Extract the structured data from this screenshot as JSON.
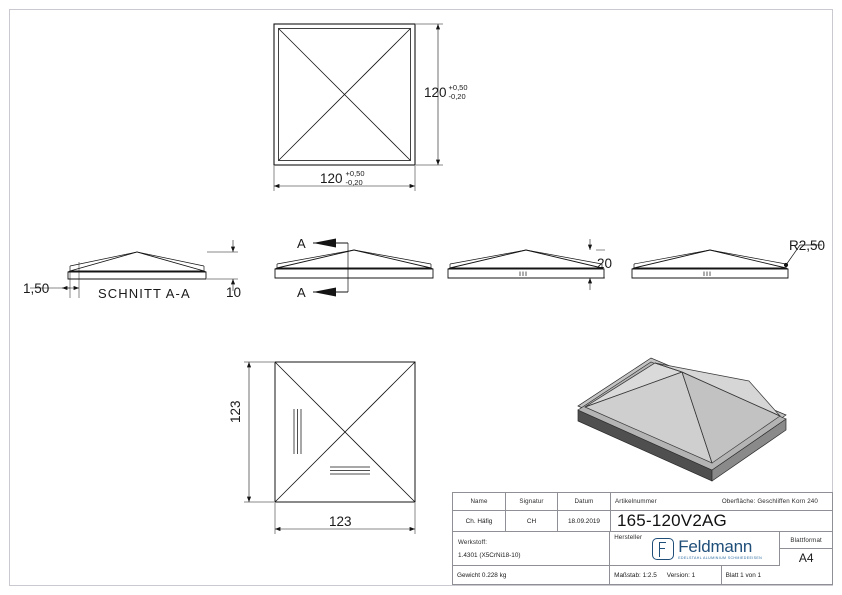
{
  "document": {
    "type": "technical-drawing",
    "sheet_format": "A4"
  },
  "views": {
    "top": {
      "name": "top-view",
      "width_dim": "120",
      "width_tol_upper": "+0,50",
      "width_tol_lower": "-0,20",
      "height_dim": "120",
      "height_tol_upper": "+0,50",
      "height_tol_lower": "-0,20"
    },
    "section": {
      "name": "section-a-a",
      "label": "SCHNITT A-A",
      "edge_thickness": "1,50",
      "height": "10"
    },
    "front_marked": {
      "name": "front-view-section-marks",
      "marker_top": "A",
      "marker_bottom": "A"
    },
    "front_height": {
      "name": "front-view-height",
      "height_dim": "20"
    },
    "front_radius": {
      "name": "front-view-radius",
      "radius": "R2,50"
    },
    "bottom": {
      "name": "bottom-view",
      "width_dim": "123",
      "height_dim": "123"
    },
    "isometric": {
      "name": "isometric-view"
    }
  },
  "title_block": {
    "headers": {
      "name": "Name",
      "signature": "Signatur",
      "date": "Datum",
      "article_number": "Artikelnummer",
      "surface": "Oberfläche:  Geschliffen Korn 240",
      "material": "Werkstoff:",
      "manufacturer": "Hersteller",
      "sheet_format": "Blattformat"
    },
    "values": {
      "name": "Ch. Häfig",
      "signature": "CH",
      "date": "18.09.2019",
      "article_number": "165-120V2AG",
      "material": "1.4301 (X5CrNi18-10)",
      "sheet_format": "A4",
      "weight": "Gewicht 0.228 kg",
      "scale": "Maßstab: 1:2.5",
      "version": "Version: 1",
      "sheet": "Blatt 1 von 1"
    },
    "logo": {
      "name": "Feldmann",
      "subtitle": "EDELSTAHL  ALUMINIUM  SCHMIEDEEISEN"
    }
  },
  "colors": {
    "frame": "#c9c9cf",
    "line": "#141414",
    "brand": "#1f4e79",
    "face_light": "#d2d2d2",
    "face_mid": "#b8b8b8",
    "face_dark": "#585858"
  }
}
